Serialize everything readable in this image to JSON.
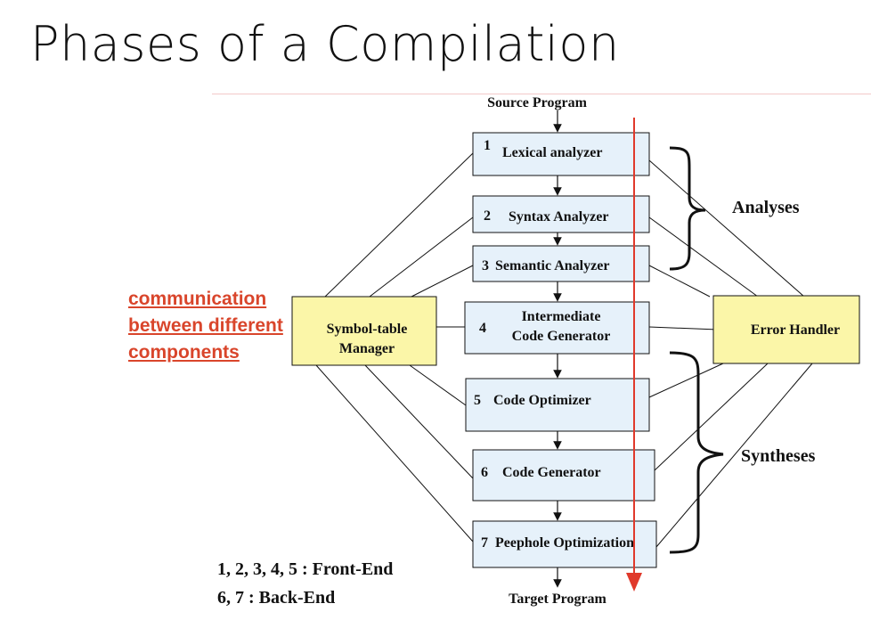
{
  "title": "Phases of a Compilation",
  "source_label": "Source Program",
  "target_label": "Target Program",
  "phases": [
    {
      "num": "1",
      "name": "Lexical analyzer"
    },
    {
      "num": "2",
      "name": "Syntax Analyzer"
    },
    {
      "num": "3",
      "name": "Semantic Analyzer"
    },
    {
      "num": "4",
      "name_line1": "Intermediate",
      "name_line2": "Code Generator"
    },
    {
      "num": "5",
      "name": "Code Optimizer"
    },
    {
      "num": "6",
      "name": "Code Generator"
    },
    {
      "num": "7",
      "name": "Peephole Optimization"
    }
  ],
  "symbol_table": {
    "line1": "Symbol-table",
    "line2": "Manager"
  },
  "error_handler": "Error Handler",
  "analyses_label": "Analyses",
  "syntheses_label": "Syntheses",
  "annotation": [
    "communication",
    "between different",
    "components"
  ],
  "legend": {
    "front_end": "1, 2, 3, 4, 5 :  Front-End",
    "back_end": "6, 7 :  Back-End"
  },
  "colors": {
    "phase_box_fill": "#e6f1fa",
    "manager_fill": "#fbf6a8",
    "annotation_color": "#d9452b",
    "red_arrow": "#e0392b"
  }
}
